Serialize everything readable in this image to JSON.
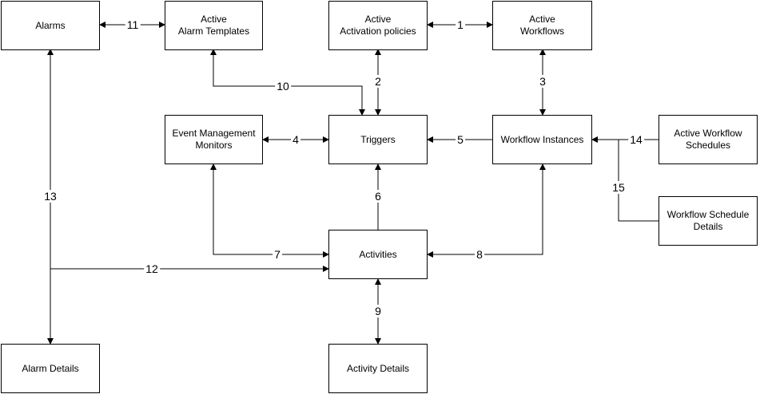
{
  "nodes": {
    "alarms": [
      "Alarms"
    ],
    "alarm_templates": [
      "Active",
      "Alarm Templates"
    ],
    "activation_policies": [
      "Active",
      "Activation policies"
    ],
    "active_workflows": [
      "Active",
      "Workflows"
    ],
    "event_monitors": [
      "Event Management",
      "Monitors"
    ],
    "triggers": [
      "Triggers"
    ],
    "workflow_instances": [
      "Workflow Instances"
    ],
    "workflow_schedules": [
      "Active Workflow",
      "Schedules"
    ],
    "schedule_details": [
      "Workflow Schedule",
      "Details"
    ],
    "activities": [
      "Activities"
    ],
    "alarm_details": [
      "Alarm Details"
    ],
    "activity_details": [
      "Activity Details"
    ]
  },
  "edges": {
    "e1": "1",
    "e2": "2",
    "e3": "3",
    "e4": "4",
    "e5": "5",
    "e6": "6",
    "e7": "7",
    "e8": "8",
    "e9": "9",
    "e10": "10",
    "e11": "11",
    "e12": "12",
    "e13": "13",
    "e14": "14",
    "e15": "15"
  }
}
